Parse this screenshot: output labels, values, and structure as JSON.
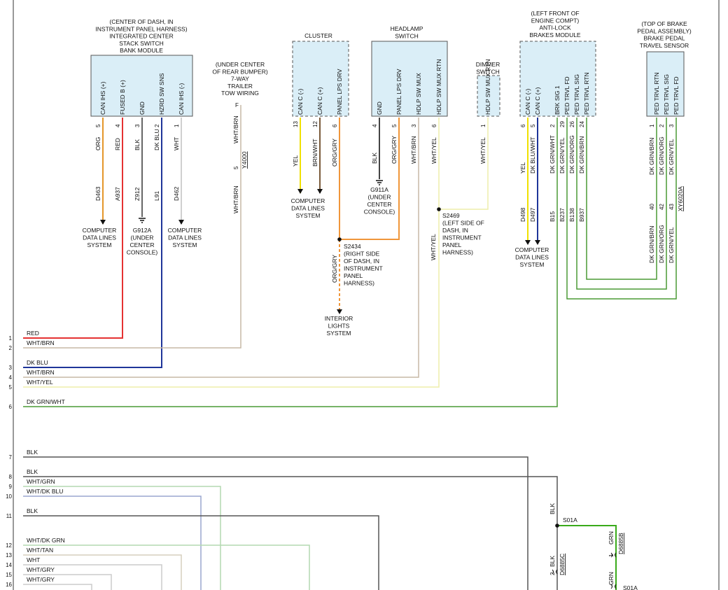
{
  "modules": {
    "switch_bank": {
      "caption": [
        "(CENTER OF DASH, IN",
        "INSTRUMENT PANEL HARNESS)",
        "INTEGRATED CENTER",
        "STACK SWITCH",
        "BANK MODULE"
      ],
      "pins": [
        {
          "name": "CAN IHS (+)",
          "num": "5",
          "color": "ORG",
          "circuit": "D463"
        },
        {
          "name": "FUSED B (+)",
          "num": "4",
          "color": "RED",
          "circuit": "A937"
        },
        {
          "name": "GND",
          "num": "3",
          "color": "BLK",
          "circuit": "Z912"
        },
        {
          "name": "HZRD SW SNS",
          "num": "2",
          "color": "DK BLU",
          "circuit": "L91"
        },
        {
          "name": "CAN IHS (-)",
          "num": "1",
          "color": "WHT",
          "circuit": "D462"
        }
      ]
    },
    "trailer": {
      "caption": [
        "(UNDER CENTER",
        "OF REAR BUMPER)",
        "7-WAY",
        "TRAILER",
        "TOW WIRING"
      ],
      "pin": "F",
      "wire_top": "WHT/BRN",
      "conn_num": "5",
      "connector": "Y4000",
      "wire_bottom": "WHT/BRN"
    },
    "cluster": {
      "caption": [
        "CLUSTER"
      ],
      "pins": [
        {
          "name": "CAN C (-)",
          "num": "13",
          "color": "YEL"
        },
        {
          "name": "CAN C (+)",
          "num": "12",
          "color": "BRN/WHT"
        },
        {
          "name": "PANEL LPS DRV",
          "num": "6",
          "color": "ORG/GRY"
        }
      ]
    },
    "headlamp": {
      "caption": [
        "HEADLAMP",
        "SWITCH"
      ],
      "pins": [
        {
          "name": "GND",
          "num": "4",
          "color": "BLK"
        },
        {
          "name": "PANEL LPS DRV",
          "num": "5",
          "color": "ORG/GRY"
        },
        {
          "name": "HDLP SW MUX",
          "num": "3",
          "color": "WHT/BRN"
        },
        {
          "name": "HDLP SW MUX RTN",
          "num": "6",
          "color": "WHT/YEL"
        }
      ]
    },
    "dimmer": {
      "caption": [
        "DIMMER",
        "SWITCH"
      ],
      "pin": {
        "name": "HDLP SW MUX RTN",
        "num": "1",
        "color": "WHT/YEL"
      }
    },
    "abs": {
      "caption": [
        "(LEFT FRONT OF",
        "ENGINE COMPT)",
        "ANTI-LOCK",
        "BRAKES MODULE"
      ],
      "pins": [
        {
          "name": "CAN C (-)",
          "num": "6",
          "color": "YEL",
          "circuit": "D498"
        },
        {
          "name": "CAN C (+)",
          "num": "5",
          "color": "DK BLU/WHT",
          "circuit": "D497"
        },
        {
          "name": "BRK SIG 1",
          "num": "2",
          "color": "DK GRN/WHT",
          "circuit": "B15"
        },
        {
          "name": "PED TRVL FD",
          "num": "29",
          "color": "DK GRN/YEL",
          "circuit": "B237"
        },
        {
          "name": "PED TRVL SIG",
          "num": "26",
          "color": "DK GRN/ORG",
          "circuit": "B138"
        },
        {
          "name": "PED TRVL RTN",
          "num": "24",
          "color": "DK GRN/BRN",
          "circuit": "B937"
        }
      ]
    },
    "brake_sensor": {
      "caption": [
        "(TOP OF BRAKE",
        "PEDAL ASSEMBLY)",
        "BRAKE PEDAL",
        "TRAVEL SENSOR"
      ],
      "pins": [
        {
          "name": "PED TRVL RTN",
          "num": "1",
          "color": "DK GRN/BRN",
          "conn_num": "40",
          "color2": "DK GRN/BRN"
        },
        {
          "name": "PED TRVL SIG",
          "num": "2",
          "color": "DK GRN/ORG",
          "conn_num": "42",
          "color2": "DK GRN/ORG"
        },
        {
          "name": "PED TRVL FD",
          "num": "3",
          "color": "DK GRN/YEL",
          "conn_num": "43",
          "color2": "DK GRN/YEL"
        }
      ],
      "connector": "XY6020A"
    }
  },
  "terminals": {
    "cdl": [
      "COMPUTER",
      "DATA LINES",
      "SYSTEM"
    ],
    "g912a": [
      "G912A",
      "(UNDER",
      "CENTER",
      "CONSOLE)"
    ],
    "g911a": [
      "G911A",
      "(UNDER",
      "CENTER",
      "CONSOLE)"
    ],
    "interior": [
      "INTERIOR",
      "LIGHTS",
      "SYSTEM"
    ]
  },
  "splices": {
    "s2434": {
      "color": "ORG/GRY",
      "text": [
        "S2434",
        "(RIGHT SIDE",
        "OF DASH, IN",
        "INSTRUMENT",
        "PANEL",
        "HARNESS)"
      ]
    },
    "s2469": {
      "color": "WHT/YEL",
      "text": [
        "S2469",
        "(LEFT SIDE OF",
        "DASH, IN",
        "INSTRUMENT",
        "PANEL",
        "HARNESS)"
      ]
    },
    "s01a": {
      "label": "S01A",
      "label2": "S01A"
    }
  },
  "lower": {
    "blk1": "BLK",
    "blk2": "BLK",
    "pin2": "2",
    "conn_c": "D6885C",
    "grn1": "GRN",
    "grn2": "GRN",
    "pin1": "1",
    "conn_b": "D6885B"
  },
  "rows": [
    {
      "num": "1",
      "label": "RED",
      "color": "#e53232"
    },
    {
      "num": "2",
      "label": "WHT/BRN",
      "color": "#c7b9a6"
    },
    {
      "num": "3",
      "label": "DK BLU",
      "color": "#1f3599"
    },
    {
      "num": "4",
      "label": "WHT/BRN",
      "color": "#c7b9a6"
    },
    {
      "num": "5",
      "label": "WHT/YEL",
      "color": "#eeeeaa"
    },
    {
      "num": "6",
      "label": "DK GRN/WHT",
      "color": "#4a9a35"
    },
    {
      "num": "7",
      "label": "BLK",
      "color": "#555555"
    },
    {
      "num": "8",
      "label": "BLK",
      "color": "#555555"
    },
    {
      "num": "9",
      "label": "WHT/GRN",
      "color": "#b4d9b0"
    },
    {
      "num": "10",
      "label": "WHT/DK BLU",
      "color": "#9aa6cf"
    },
    {
      "num": "11",
      "label": "BLK",
      "color": "#555555"
    },
    {
      "num": "12",
      "label": "WHT/DK GRN",
      "color": "#b4d9b0"
    },
    {
      "num": "13",
      "label": "WHT/TAN",
      "color": "#d6cfbe"
    },
    {
      "num": "14",
      "label": "WHT",
      "color": "#cccccc"
    },
    {
      "num": "15",
      "label": "WHT/GRY",
      "color": "#cccccc"
    },
    {
      "num": "16",
      "label": "WHT/GRY",
      "color": "#cccccc"
    }
  ]
}
